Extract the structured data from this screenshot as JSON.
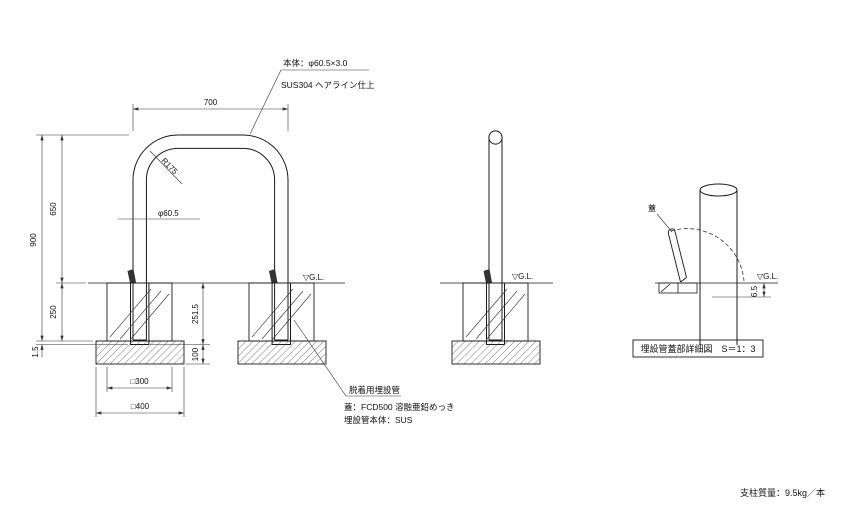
{
  "front": {
    "dim_width": "700",
    "dim_height_total": "900",
    "dim_height_upper": "650",
    "dim_embed": "250",
    "dim_offset": "1.5",
    "dim_embed_pipe": "251.5",
    "dim_gravel": "100",
    "dim_block": "□300",
    "dim_base": "□400",
    "radius_label": "R175",
    "pipe_dia_label": "φ60.5",
    "gl_label": "▽G.L.",
    "note_body_spec": "本体：φ60.5×3.0",
    "note_finish": "SUS304 ヘアライン仕上",
    "note_sleeve": "脱着用埋設管",
    "note_cover_spec": "蓋：FCD500 溶融亜鉛めっき",
    "note_sleeve_body": "埋設管本体：SUS"
  },
  "side": {
    "gl_label": "▽G.L."
  },
  "detail": {
    "cover_label": "蓋",
    "gl_label": "▽G.L.",
    "dim_cover": "6.5",
    "caption": "埋設管蓋部詳細図　S＝1：3"
  },
  "footer": {
    "mass_note": "支柱質量：9.5kg／本"
  },
  "colors": {
    "line": "#1a1a1a",
    "dim": "#333333",
    "background": "#ffffff"
  }
}
